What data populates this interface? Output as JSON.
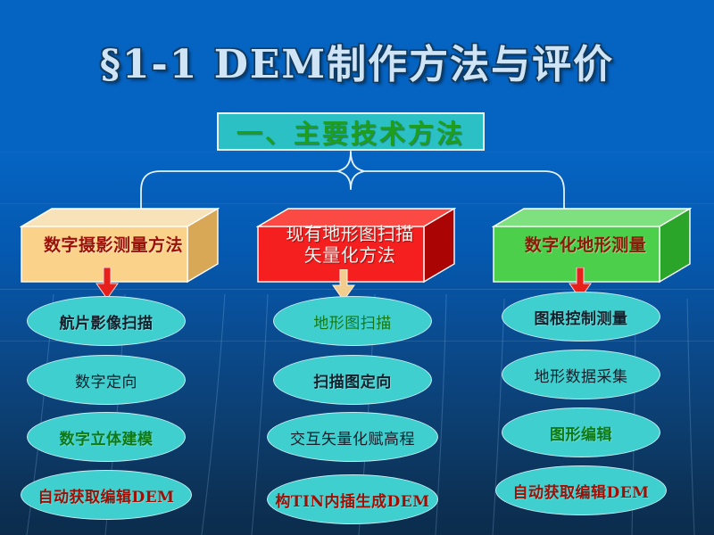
{
  "slide": {
    "title": "§1-1  DEM制作方法与评价",
    "subtitle": "一、主要技术方法",
    "colors": {
      "background_top": "#0563c1",
      "background_bottom": "#0b2c4c",
      "subtitle_fill": "#2bc0c4",
      "subtitle_text": "#1f9d1f",
      "title_text": "#cfe4f5",
      "ellipse_fill": "#3fcfcf",
      "ellipse_border": "#c9ecf3",
      "box1_fill": "#fbd28a",
      "box2_fill": "#f51f1f",
      "box3_fill": "#4cd04c",
      "arrow_red": "#e8201c",
      "arrow_tan": "#f3cd8e"
    }
  },
  "columns": [
    {
      "id": "col-photogrammetry",
      "box": {
        "label": "数字摄影测量方法",
        "fill": "#fbd28a",
        "top_fill": "#f7e2b9",
        "side_fill": "#d8a856",
        "text_color": "#9c1006"
      },
      "arrow": {
        "color": "#e8201c",
        "name": "red-down-arrow"
      },
      "steps": [
        {
          "label": "航片影像扫描",
          "style": "t-bolddark"
        },
        {
          "label": "数字定向",
          "style": "t-dark"
        },
        {
          "label": "数字立体建模",
          "style": "t-green"
        },
        {
          "label": "自动获取编辑DEM",
          "style": "t-red"
        }
      ]
    },
    {
      "id": "col-map-scan-vector",
      "box": {
        "label": "现有地形图扫描\n矢量化方法",
        "fill": "#f51f1f",
        "top_fill": "#fb4a44",
        "side_fill": "#aa0404",
        "text_color": "#f4f6f2"
      },
      "arrow": {
        "color": "#f3cd8e",
        "name": "tan-down-arrow"
      },
      "steps": [
        {
          "label": "地形图扫描",
          "style": "t-greenlt"
        },
        {
          "label": "扫描图定向",
          "style": "t-bolddark"
        },
        {
          "label": "交互矢量化赋高程",
          "style": "t-dark"
        },
        {
          "label": "构TIN内插生成DEM",
          "style": "t-red"
        }
      ]
    },
    {
      "id": "col-digital-topo-survey",
      "box": {
        "label": "数字化地形测量",
        "fill": "#4cd04c",
        "top_fill": "#7ee07e",
        "side_fill": "#2aa52a",
        "text_color": "#8c1a06"
      },
      "arrow": {
        "color": "#e8201c",
        "name": "red-down-arrow"
      },
      "steps": [
        {
          "label": "图根控制测量",
          "style": "t-bolddark"
        },
        {
          "label": "地形数据采集",
          "style": "t-dark"
        },
        {
          "label": "图形编辑",
          "style": "t-green"
        },
        {
          "label": "自动获取编辑DEM",
          "style": "t-red"
        }
      ]
    }
  ]
}
